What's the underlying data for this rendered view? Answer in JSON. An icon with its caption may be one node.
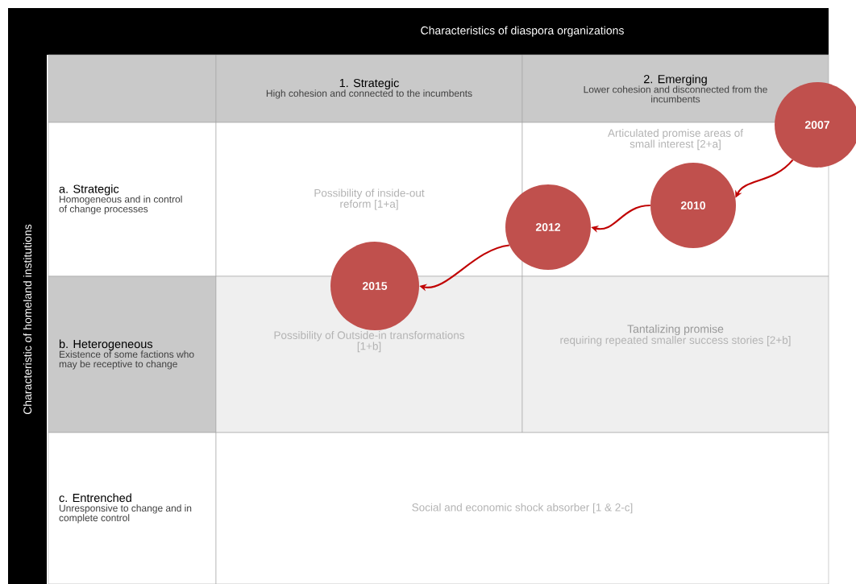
{
  "diagram": {
    "nodes": [
      {
        "text": [
          "2007"
        ]
      },
      {
        "text": [
          "2010"
        ]
      },
      {
        "text": [
          "2012"
        ]
      },
      {
        "text": [
          "2015"
        ]
      }
    ],
    "edges": [
      {
        "from": 0,
        "to": 1,
        "arrow": "to"
      },
      {
        "from": 1,
        "to": 2,
        "arrow": "to"
      },
      {
        "from": 2,
        "to": 3,
        "arrow": "to"
      }
    ],
    "labels": [
      "Characteristics of diaspora organizations",
      "Characteristic of homeland institutions",
      "1. Strategic",
      "High cohesion and connected to the incumbents",
      "2. Emerging",
      "Lower cohesion and disconnected from the incumbents",
      "a. Strategic",
      "Homogeneous and in control of change processes",
      "Possibility of inside-out reform [1+a]",
      "Articulated promise areas of small interest [2+a]",
      "b. Heterogeneous",
      "Existence of some factions who may be receptive to change",
      "Possibility of Outside-in transformations [1+b]",
      "Tantalizing promise",
      "requiring repeated smaller success stories [2+b]",
      "c. Entrenched",
      "Unresponsive to change and in complete control",
      "Social and economic shock absorber [1 & 2-c]"
    ]
  }
}
